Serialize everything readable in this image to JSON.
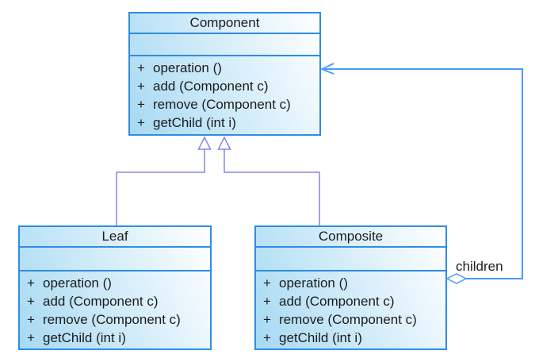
{
  "diagram": {
    "kind": "uml-class-diagram",
    "classes": [
      {
        "name": "Component",
        "attributes": [],
        "methods": [
          {
            "vis": "+",
            "sig": "operation ()"
          },
          {
            "vis": "+",
            "sig": "add (Component c)"
          },
          {
            "vis": "+",
            "sig": "remove (Component c)"
          },
          {
            "vis": "+",
            "sig": "getChild (int i)"
          }
        ]
      },
      {
        "name": "Leaf",
        "attributes": [],
        "methods": [
          {
            "vis": "+",
            "sig": "operation ()"
          },
          {
            "vis": "+",
            "sig": "add (Component c)"
          },
          {
            "vis": "+",
            "sig": "remove (Component c)"
          },
          {
            "vis": "+",
            "sig": "getChild (int i)"
          }
        ]
      },
      {
        "name": "Composite",
        "attributes": [],
        "methods": [
          {
            "vis": "+",
            "sig": "operation ()"
          },
          {
            "vis": "+",
            "sig": "add (Component c)"
          },
          {
            "vis": "+",
            "sig": "remove (Component c)"
          },
          {
            "vis": "+",
            "sig": "getChild (int i)"
          }
        ]
      }
    ],
    "relationships": [
      {
        "type": "generalization",
        "from": "Leaf",
        "to": "Component",
        "label": ""
      },
      {
        "type": "generalization",
        "from": "Composite",
        "to": "Component",
        "label": ""
      },
      {
        "type": "aggregation",
        "from": "Composite",
        "to": "Component",
        "label": "children"
      }
    ],
    "colors": {
      "class_border": "#2f8ce4",
      "class_fill_light": "#ffffff",
      "class_fill_mid": "#dcf0fb",
      "class_fill_dark": "#a6d9f3",
      "generalization_line": "#8585e8",
      "association_line": "#4a9cf6",
      "text": "#1c1c1c",
      "background": "#ffffff"
    }
  }
}
